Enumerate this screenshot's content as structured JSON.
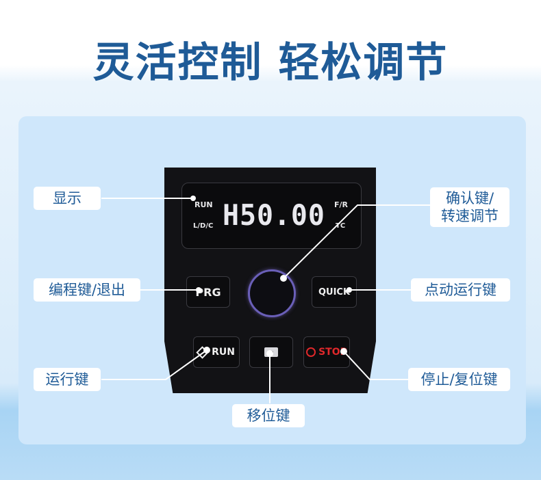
{
  "title": "灵活控制 轻松调节",
  "screen": {
    "run": "RUN",
    "ldc": "L/D/C",
    "readout": "H50.00",
    "fr": "F/R",
    "tc": "TC"
  },
  "keys": {
    "prg": "PRG",
    "quick": "QUICK",
    "run": "RUN",
    "stop": "STOP",
    "shift_icon": "double-chevron-right-icon"
  },
  "callouts": {
    "display": "显示",
    "confirm_line1": "确认键/",
    "confirm_line2": "转速调节",
    "program": "编程键/退出",
    "jog": "点动运行键",
    "run": "运行键",
    "stop_reset": "停止/复位键",
    "shift": "移位键"
  },
  "colors": {
    "title": "#1f5b97",
    "stop": "#e0282b",
    "knob_ring": "#6a5fb8"
  }
}
